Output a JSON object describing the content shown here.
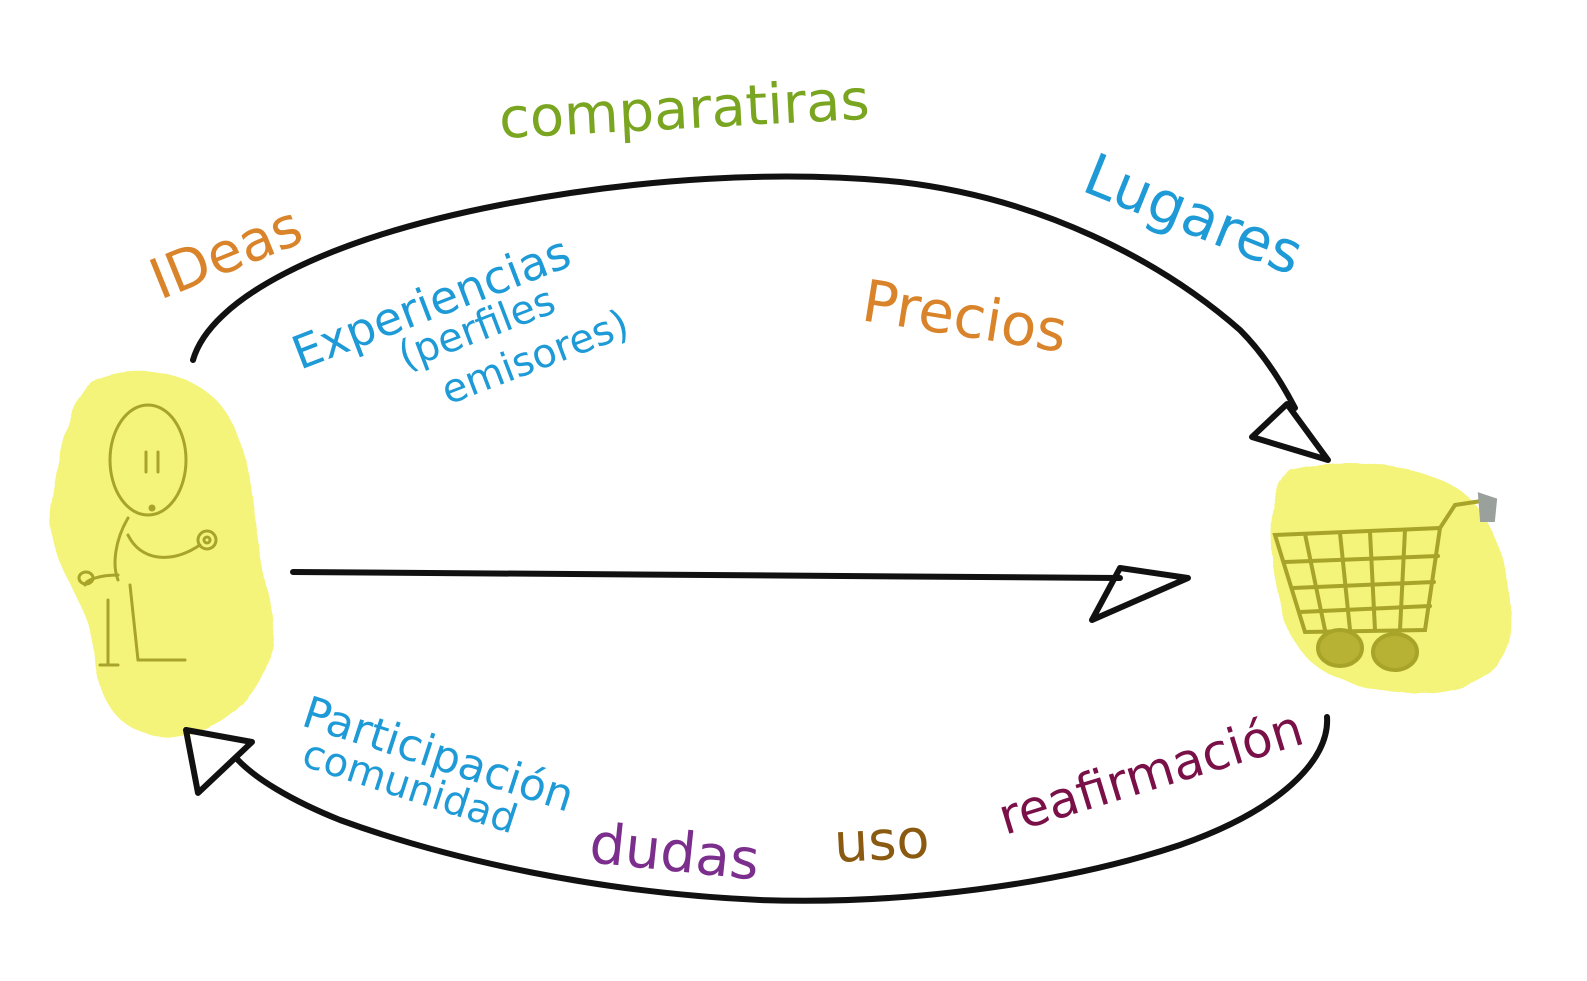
{
  "labels": {
    "ideas": "IDeas",
    "comparativas": "comparatiras",
    "lugares": "Lugares",
    "precios": "Precios",
    "experiencias": "Experiencias",
    "perfiles": "(perfiles",
    "emisores": "emisores)",
    "participacion": "Participación",
    "comunidad": "comunidad",
    "dudas": "dudas",
    "uso": "uso",
    "reafirmacion": "reafirmación"
  },
  "icons": {
    "person": "stick-figure-icon",
    "cart": "shopping-cart-icon"
  },
  "colors": {
    "orange": "#d9842a",
    "green": "#7aa521",
    "blue": "#1e9ad6",
    "purple": "#7b2e8c",
    "brown": "#8a5a10",
    "maroon": "#7a1048",
    "highlight": "#f3f275",
    "figure": "#a8a42a",
    "arrow": "#111111"
  }
}
